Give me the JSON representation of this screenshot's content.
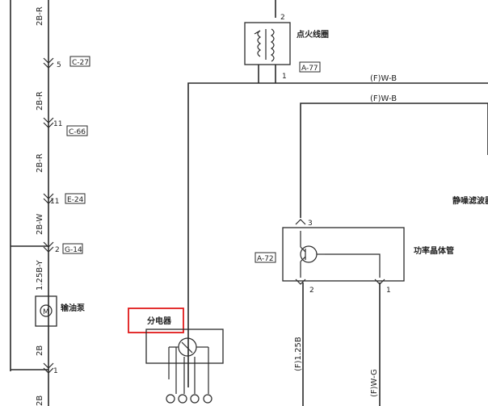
{
  "components": {
    "ignition_coil": "点火线圈",
    "noise_filter": "静噪滤波器",
    "power_transistor": "功率晶体管",
    "fuel_pump": "输油泵",
    "distributor": "分电器"
  },
  "connectors": {
    "c27": "C-27",
    "c66": "C-66",
    "e24": "E-24",
    "g14": "G-14",
    "a77": "A-77",
    "a72": "A-72"
  },
  "wires": {
    "left_2br_top": "2B-R",
    "left_2br_mid1": "2B-R",
    "left_2br_mid2": "2B-R",
    "left_2bw": "2B-W",
    "left_125by": "1.25B-Y",
    "left_2b": "2B",
    "left_2b_bottom": "2B",
    "top_fwb_1": "(F)W-B",
    "top_fwb_2": "(F)W-B",
    "v_f125b": "(F)1.25B",
    "v_fwg": "(F)W-G"
  },
  "pins": {
    "c27_pin": "5",
    "c66_pin": "11",
    "e24_pin": "11",
    "g14_pin": "2",
    "bottom_left_pin": "1",
    "coil_top_pin": "2",
    "coil_bottom_pin": "1",
    "pt_top_pin": "3",
    "pt_left_pin": "2",
    "pt_right_pin": "1"
  },
  "colors": {
    "highlight": "#e01a1a",
    "line": "#2a2a2a"
  }
}
